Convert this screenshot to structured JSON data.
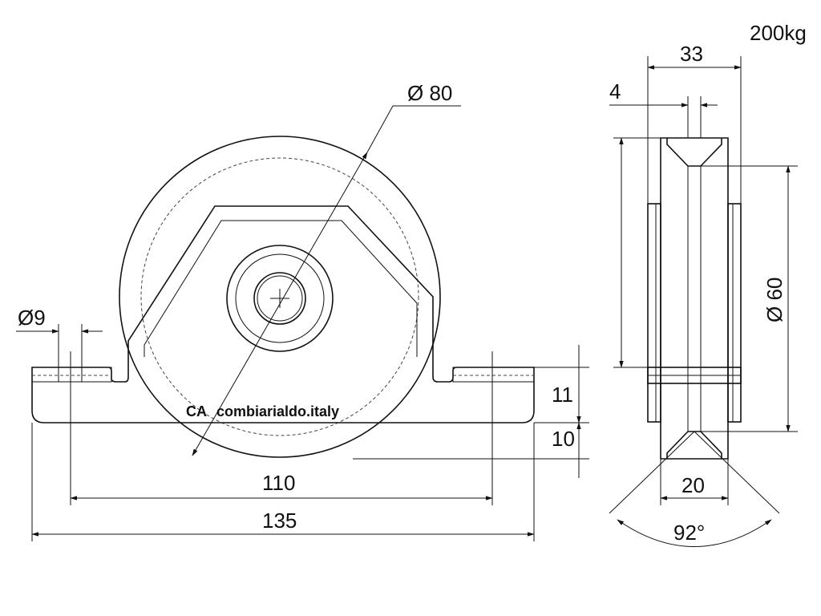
{
  "load": "200kg",
  "front_view": {
    "wheel_diameter": "Ø 80",
    "hole_diameter": "Ø9",
    "base_height": "11",
    "wheel_below_base": "10",
    "hole_spacing": "110",
    "base_length": "135",
    "brand_mark": "CA",
    "brand_name": "combiarialdo.italy"
  },
  "side_view": {
    "overall_width": "33",
    "plate_thickness": "4",
    "groove_diameter": "Ø 60",
    "wheel_width": "20",
    "groove_angle": "92°"
  }
}
